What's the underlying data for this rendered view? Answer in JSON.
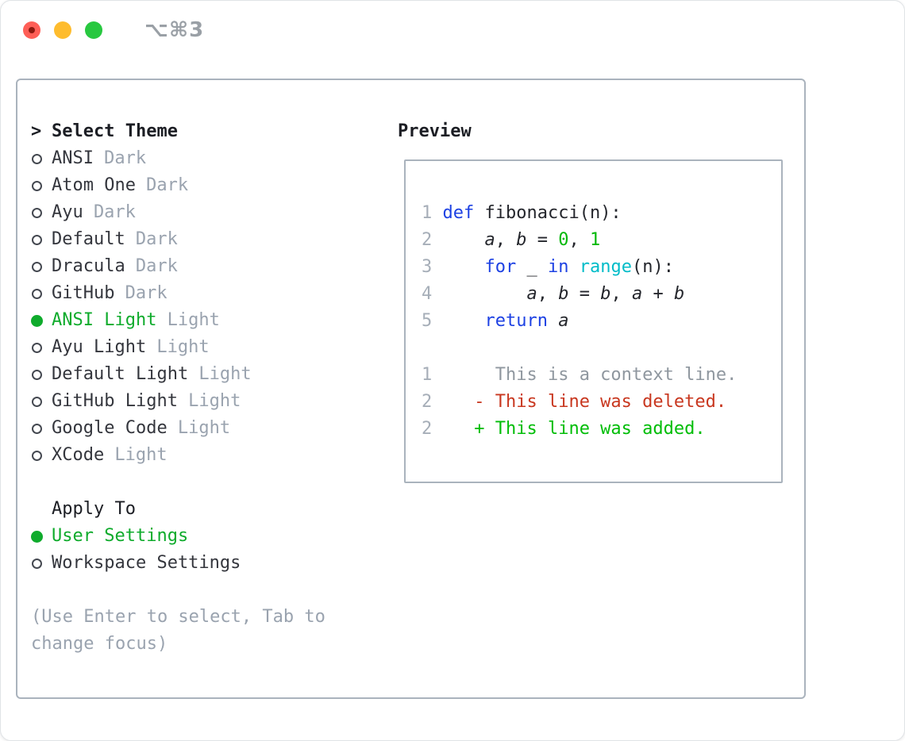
{
  "window": {
    "shortcut": "⌥⌘3"
  },
  "theme_picker": {
    "title_prefix": ">",
    "title": "Select Theme",
    "items": [
      {
        "name": "ANSI",
        "variant": "Dark",
        "selected": false
      },
      {
        "name": "Atom One",
        "variant": "Dark",
        "selected": false
      },
      {
        "name": "Ayu",
        "variant": "Dark",
        "selected": false
      },
      {
        "name": "Default",
        "variant": "Dark",
        "selected": false
      },
      {
        "name": "Dracula",
        "variant": "Dark",
        "selected": false
      },
      {
        "name": "GitHub",
        "variant": "Dark",
        "selected": false
      },
      {
        "name": "ANSI Light",
        "variant": "Light",
        "selected": true
      },
      {
        "name": "Ayu Light",
        "variant": "Light",
        "selected": false
      },
      {
        "name": "Default Light",
        "variant": "Light",
        "selected": false
      },
      {
        "name": "GitHub Light",
        "variant": "Light",
        "selected": false
      },
      {
        "name": "Google Code",
        "variant": "Light",
        "selected": false
      },
      {
        "name": "XCode",
        "variant": "Light",
        "selected": false
      }
    ],
    "apply_to": {
      "title": "Apply To",
      "options": [
        {
          "label": "User Settings",
          "selected": true
        },
        {
          "label": "Workspace Settings",
          "selected": false
        }
      ]
    },
    "help": "(Use Enter to select, Tab to change focus)"
  },
  "preview": {
    "title": "Preview",
    "code_lines": [
      {
        "num": "1",
        "tokens": [
          {
            "t": "def",
            "c": "kw"
          },
          {
            "t": " fibonacci(n):",
            "c": "plain"
          }
        ]
      },
      {
        "num": "2",
        "tokens": [
          {
            "t": "    ",
            "c": "plain"
          },
          {
            "t": "a",
            "c": "var"
          },
          {
            "t": ", ",
            "c": "plain"
          },
          {
            "t": "b",
            "c": "var"
          },
          {
            "t": " = ",
            "c": "plain"
          },
          {
            "t": "0",
            "c": "num"
          },
          {
            "t": ", ",
            "c": "plain"
          },
          {
            "t": "1",
            "c": "num"
          }
        ]
      },
      {
        "num": "3",
        "tokens": [
          {
            "t": "    ",
            "c": "plain"
          },
          {
            "t": "for",
            "c": "kw"
          },
          {
            "t": " _ ",
            "c": "plain"
          },
          {
            "t": "in",
            "c": "kw"
          },
          {
            "t": " ",
            "c": "plain"
          },
          {
            "t": "range",
            "c": "fn"
          },
          {
            "t": "(n):",
            "c": "plain"
          }
        ]
      },
      {
        "num": "4",
        "tokens": [
          {
            "t": "        ",
            "c": "plain"
          },
          {
            "t": "a",
            "c": "var"
          },
          {
            "t": ", ",
            "c": "plain"
          },
          {
            "t": "b",
            "c": "var"
          },
          {
            "t": " = ",
            "c": "plain"
          },
          {
            "t": "b",
            "c": "var"
          },
          {
            "t": ", ",
            "c": "plain"
          },
          {
            "t": "a",
            "c": "var"
          },
          {
            "t": " + ",
            "c": "plain"
          },
          {
            "t": "b",
            "c": "var"
          }
        ]
      },
      {
        "num": "5",
        "tokens": [
          {
            "t": "    ",
            "c": "plain"
          },
          {
            "t": "return",
            "c": "kw"
          },
          {
            "t": " ",
            "c": "plain"
          },
          {
            "t": "a",
            "c": "var"
          }
        ]
      }
    ],
    "diff_lines": [
      {
        "num": "1",
        "marker": "",
        "text": "This is a context line.",
        "type": "context"
      },
      {
        "num": "2",
        "marker": "-",
        "text": "This line was deleted.",
        "type": "del"
      },
      {
        "num": "2",
        "marker": "+",
        "text": "This line was added.",
        "type": "add"
      }
    ]
  },
  "colors": {
    "accent_green": "#0fab2c",
    "keyword_blue": "#1d41e3",
    "function_cyan": "#00bcc8",
    "number_green": "#00b807",
    "added_green": "#00bd07",
    "deleted_red": "#c8371f",
    "muted_gray": "#9aa3af",
    "line_number_gray": "#a6aeb8",
    "context_gray": "#8f979f",
    "text_dark": "#34363d",
    "title_black": "#1c1e24",
    "border_gray": "#aab3bd",
    "traffic_red": "#fe5f57",
    "traffic_yellow": "#febc2e",
    "traffic_green": "#28c840"
  }
}
